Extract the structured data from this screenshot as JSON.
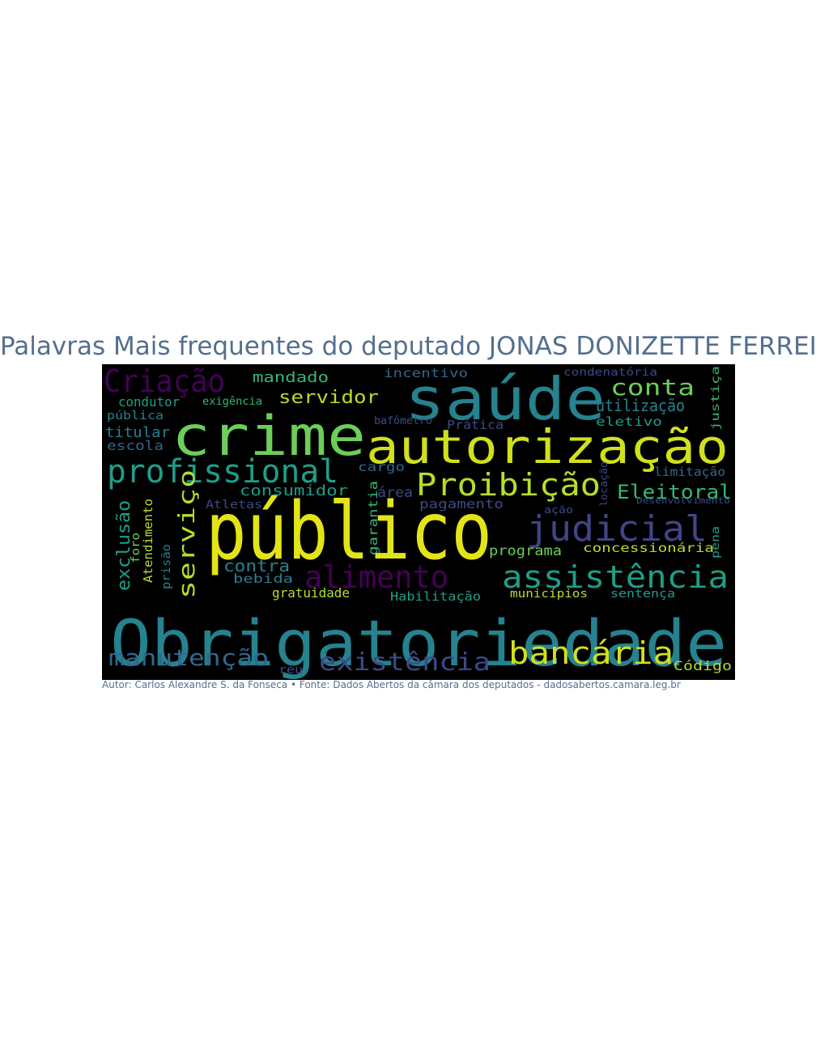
{
  "title": "Palavras Mais frequentes do deputado JONAS DONIZETTE FERREIR",
  "footer": "Autor: Carlos Alexandre S. da Fonseca • Fonte: Dados Abertos da câmara dos deputados - dadosabertos.camara.leg.br",
  "colors": {
    "background": "#000000",
    "title": "#536f8e",
    "yellow": "#e3e418",
    "lightgreen": "#6cce59",
    "green": "#35b779",
    "teal": "#1f9e89",
    "blue": "#26828e",
    "indigo": "#3e4989",
    "purple": "#440154"
  },
  "words": [
    {
      "text": "Obrigatoriedade",
      "color": "#26828e"
    },
    {
      "text": "público",
      "color": "#e3e418"
    },
    {
      "text": "saúde",
      "color": "#26828e"
    },
    {
      "text": "crime",
      "color": "#6cce59"
    },
    {
      "text": "autorização",
      "color": "#d0e11c"
    },
    {
      "text": "profissional",
      "color": "#1f9e89"
    },
    {
      "text": "Criação",
      "color": "#440154"
    },
    {
      "text": "Proibição",
      "color": "#b5de2b"
    },
    {
      "text": "judicial",
      "color": "#414487"
    },
    {
      "text": "assistência",
      "color": "#1f9e89"
    },
    {
      "text": "alimento",
      "color": "#440154"
    },
    {
      "text": "bancária",
      "color": "#d0e11c"
    },
    {
      "text": "existência",
      "color": "#3e4989"
    },
    {
      "text": "manutenção",
      "color": "#31688e"
    },
    {
      "text": "conta",
      "color": "#6cce59"
    },
    {
      "text": "servidor",
      "color": "#b5de2b"
    },
    {
      "text": "mandado",
      "color": "#35b779"
    },
    {
      "text": "serviço",
      "color": "#b5de2b"
    },
    {
      "text": "Eleitoral",
      "color": "#35b779"
    },
    {
      "text": "utilização",
      "color": "#26828e"
    },
    {
      "text": "consumidor",
      "color": "#1f9e89"
    },
    {
      "text": "incentivo",
      "color": "#31688e"
    },
    {
      "text": "condenatória",
      "color": "#3e4989"
    },
    {
      "text": "eletivo",
      "color": "#1f9e89"
    },
    {
      "text": "exclusão",
      "color": "#1f9e89"
    },
    {
      "text": "titular",
      "color": "#26828e"
    },
    {
      "text": "escola",
      "color": "#31688e"
    },
    {
      "text": "condutor",
      "color": "#1f9e89"
    },
    {
      "text": "exigência",
      "color": "#35b779"
    },
    {
      "text": "pública",
      "color": "#26828e"
    },
    {
      "text": "cargo",
      "color": "#31688e"
    },
    {
      "text": "área",
      "color": "#3e4989"
    },
    {
      "text": "Prática",
      "color": "#3e4989"
    },
    {
      "text": "bafômetro",
      "color": "#3e4989"
    },
    {
      "text": "limitação",
      "color": "#31688e"
    },
    {
      "text": "pagamento",
      "color": "#3e4989"
    },
    {
      "text": "garantia",
      "color": "#35b779"
    },
    {
      "text": "Atletas",
      "color": "#3e4989"
    },
    {
      "text": "Atendimento",
      "color": "#b5de2b"
    },
    {
      "text": "foro",
      "color": "#6cce59"
    },
    {
      "text": "prisão",
      "color": "#26828e"
    },
    {
      "text": "contra",
      "color": "#26828e"
    },
    {
      "text": "bebida",
      "color": "#26828e"
    },
    {
      "text": "gratuidade",
      "color": "#b5de2b"
    },
    {
      "text": "Habilitação",
      "color": "#1f9e89"
    },
    {
      "text": "municípios",
      "color": "#b5de2b"
    },
    {
      "text": "programa",
      "color": "#6cce59"
    },
    {
      "text": "concessionária",
      "color": "#b5de2b"
    },
    {
      "text": "sentença",
      "color": "#1f9e89"
    },
    {
      "text": "Código",
      "color": "#b5de2b"
    },
    {
      "text": "réu",
      "color": "#3e4989"
    },
    {
      "text": "Desenvolvimento",
      "color": "#3e4989"
    },
    {
      "text": "justiça",
      "color": "#35b779"
    },
    {
      "text": "pena",
      "color": "#1f9e89"
    },
    {
      "text": "locação",
      "color": "#3e4989"
    },
    {
      "text": "ação",
      "color": "#3e4989"
    }
  ]
}
